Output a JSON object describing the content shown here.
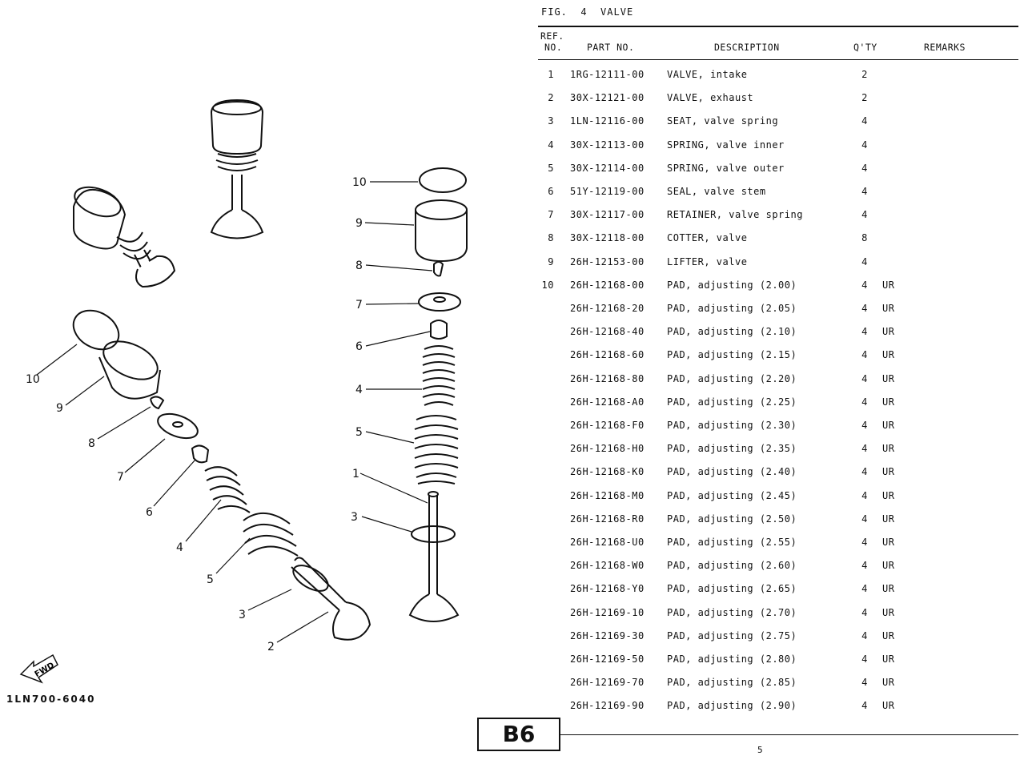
{
  "figure": {
    "label": "FIG.",
    "number": "4",
    "title": "VALVE"
  },
  "table": {
    "headers": {
      "ref_line1": "REF.",
      "ref_line2": "NO.",
      "part_no": "PART NO.",
      "description": "DESCRIPTION",
      "qty": "Q'TY",
      "remarks": "REMARKS"
    },
    "rows": [
      {
        "ref": "1",
        "part": "1RG-12111-00",
        "desc": "VALVE, intake",
        "qty": "2",
        "remarks": ""
      },
      {
        "ref": "2",
        "part": "30X-12121-00",
        "desc": "VALVE, exhaust",
        "qty": "2",
        "remarks": ""
      },
      {
        "ref": "3",
        "part": "1LN-12116-00",
        "desc": "SEAT, valve spring",
        "qty": "4",
        "remarks": ""
      },
      {
        "ref": "4",
        "part": "30X-12113-00",
        "desc": "SPRING, valve inner",
        "qty": "4",
        "remarks": ""
      },
      {
        "ref": "5",
        "part": "30X-12114-00",
        "desc": "SPRING, valve outer",
        "qty": "4",
        "remarks": ""
      },
      {
        "ref": "6",
        "part": "51Y-12119-00",
        "desc": "SEAL, valve stem",
        "qty": "4",
        "remarks": ""
      },
      {
        "ref": "7",
        "part": "30X-12117-00",
        "desc": "RETAINER, valve spring",
        "qty": "4",
        "remarks": ""
      },
      {
        "ref": "8",
        "part": "30X-12118-00",
        "desc": "COTTER, valve",
        "qty": "8",
        "remarks": ""
      },
      {
        "ref": "9",
        "part": "26H-12153-00",
        "desc": "LIFTER, valve",
        "qty": "4",
        "remarks": ""
      },
      {
        "ref": "10",
        "part": "26H-12168-00",
        "desc": "PAD, adjusting (2.00)",
        "qty": "4",
        "remarks": "UR"
      },
      {
        "ref": "",
        "part": "26H-12168-20",
        "desc": "PAD, adjusting (2.05)",
        "qty": "4",
        "remarks": "UR"
      },
      {
        "ref": "",
        "part": "26H-12168-40",
        "desc": "PAD, adjusting (2.10)",
        "qty": "4",
        "remarks": "UR"
      },
      {
        "ref": "",
        "part": "26H-12168-60",
        "desc": "PAD, adjusting (2.15)",
        "qty": "4",
        "remarks": "UR"
      },
      {
        "ref": "",
        "part": "26H-12168-80",
        "desc": "PAD, adjusting (2.20)",
        "qty": "4",
        "remarks": "UR"
      },
      {
        "ref": "",
        "part": "26H-12168-A0",
        "desc": "PAD, adjusting (2.25)",
        "qty": "4",
        "remarks": "UR"
      },
      {
        "ref": "",
        "part": "26H-12168-F0",
        "desc": "PAD, adjusting (2.30)",
        "qty": "4",
        "remarks": "UR"
      },
      {
        "ref": "",
        "part": "26H-12168-H0",
        "desc": "PAD, adjusting (2.35)",
        "qty": "4",
        "remarks": "UR"
      },
      {
        "ref": "",
        "part": "26H-12168-K0",
        "desc": "PAD, adjusting (2.40)",
        "qty": "4",
        "remarks": "UR"
      },
      {
        "ref": "",
        "part": "26H-12168-M0",
        "desc": "PAD, adjusting (2.45)",
        "qty": "4",
        "remarks": "UR"
      },
      {
        "ref": "",
        "part": "26H-12168-R0",
        "desc": "PAD, adjusting (2.50)",
        "qty": "4",
        "remarks": "UR"
      },
      {
        "ref": "",
        "part": "26H-12168-U0",
        "desc": "PAD, adjusting (2.55)",
        "qty": "4",
        "remarks": "UR"
      },
      {
        "ref": "",
        "part": "26H-12168-W0",
        "desc": "PAD, adjusting (2.60)",
        "qty": "4",
        "remarks": "UR"
      },
      {
        "ref": "",
        "part": "26H-12168-Y0",
        "desc": "PAD, adjusting (2.65)",
        "qty": "4",
        "remarks": "UR"
      },
      {
        "ref": "",
        "part": "26H-12169-10",
        "desc": "PAD, adjusting (2.70)",
        "qty": "4",
        "remarks": "UR"
      },
      {
        "ref": "",
        "part": "26H-12169-30",
        "desc": "PAD, adjusting (2.75)",
        "qty": "4",
        "remarks": "UR"
      },
      {
        "ref": "",
        "part": "26H-12169-50",
        "desc": "PAD, adjusting (2.80)",
        "qty": "4",
        "remarks": "UR"
      },
      {
        "ref": "",
        "part": "26H-12169-70",
        "desc": "PAD, adjusting (2.85)",
        "qty": "4",
        "remarks": "UR"
      },
      {
        "ref": "",
        "part": "26H-12169-90",
        "desc": "PAD, adjusting (2.90)",
        "qty": "4",
        "remarks": "UR"
      }
    ]
  },
  "diagram": {
    "drawing_number": "1LN700-6040",
    "fwd_label": "FWD",
    "callouts": {
      "r10": "10",
      "r9": "9",
      "r8": "8",
      "r7": "7",
      "r6": "6",
      "r4": "4",
      "r5": "5",
      "r1": "1",
      "r3": "3",
      "l10": "10",
      "l9": "9",
      "l8": "8",
      "l7": "7",
      "l6": "6",
      "l4": "4",
      "l5": "5",
      "l3": "3",
      "l2": "2"
    }
  },
  "footer": {
    "section_code": "B6",
    "page_number": "5"
  }
}
